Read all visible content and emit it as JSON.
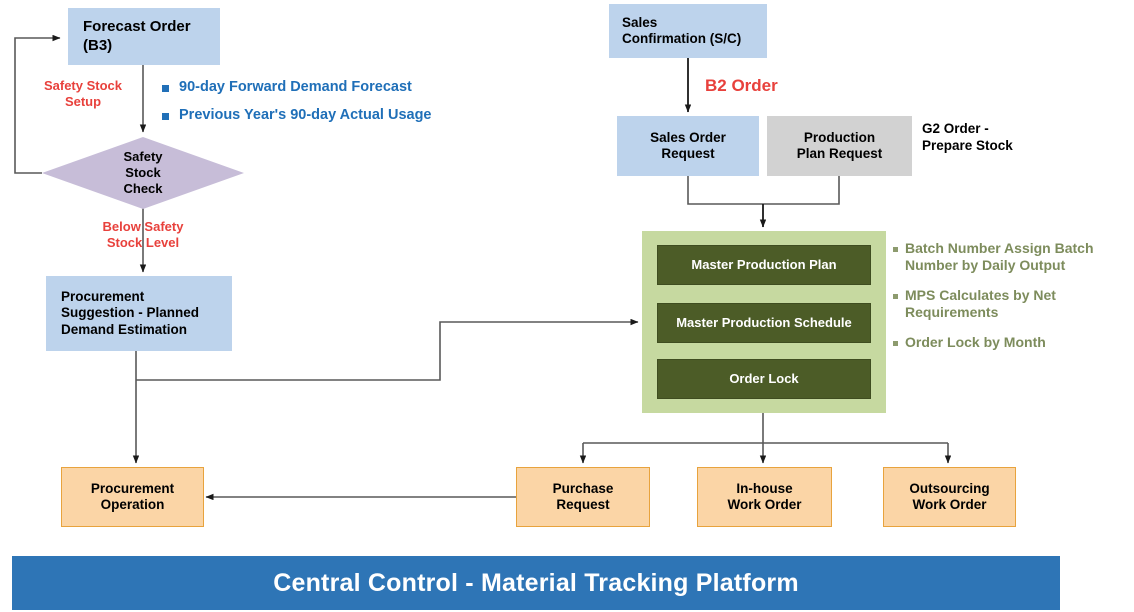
{
  "diagram": {
    "title_banner": "Central Control - Material Tracking Platform",
    "nodes": {
      "forecast_order": "Forecast Order\n(B3)",
      "forecast_order_line1": "Forecast Order",
      "forecast_order_line2": "(B3)",
      "safety_stock_check": "Safety Stock Check",
      "safety_check_l1": "Safety",
      "safety_check_l2": "Stock",
      "safety_check_l3": "Check",
      "procurement_suggestion": "Procurement Suggestion - Planned Demand Estimation",
      "proc_sugg_l1": "Procurement",
      "proc_sugg_l2": "Suggestion - Planned",
      "proc_sugg_l3": "Demand Estimation",
      "sales_confirmation_l1": "Sales",
      "sales_confirmation_l2": "Confirmation (S/C)",
      "sales_order_request_l1": "Sales Order",
      "sales_order_request_l2": "Request",
      "production_plan_request_l1": "Production",
      "production_plan_request_l2": "Plan Request",
      "master_production_plan": "Master Production Plan",
      "master_production_schedule": "Master Production Schedule",
      "order_lock": "Order Lock",
      "procurement_operation_l1": "Procurement",
      "procurement_operation_l2": "Operation",
      "purchase_request_l1": "Purchase",
      "purchase_request_l2": "Request",
      "inhouse_work_order_l1": "In-house",
      "inhouse_work_order_l2": "Work Order",
      "outsourcing_work_order_l1": "Outsourcing",
      "outsourcing_work_order_l2": "Work Order"
    },
    "edge_labels": {
      "safety_stock_setup_l1": "Safety Stock",
      "safety_stock_setup_l2": "Setup",
      "below_safety_l1": "Below Safety",
      "below_safety_l2": "Stock Level",
      "b2_order": "B2 Order"
    },
    "annotations": {
      "g2_order_l1": "G2 Order -",
      "g2_order_l2": "Prepare Stock"
    },
    "forecast_bullets": [
      "90-day Forward Demand Forecast",
      "Previous Year's 90-day Actual Usage"
    ],
    "mps_notes": [
      "Batch Number Assign Batch Number by Daily Output",
      "MPS Calculates by Net Requirements",
      "Order Lock by Month"
    ],
    "colors": {
      "blue_fill": "#BDD3EC",
      "gray_fill": "#D2D2D2",
      "orange_fill": "#FBD5A6",
      "orange_border": "#E8A33D",
      "green_wrap": "#C6D9A0",
      "dark_green": "#4C5C27",
      "diamond_fill": "#C7BDD8",
      "red_text": "#E8413C",
      "blue_text": "#1F6FB8",
      "olive_text": "#7D8C5C",
      "banner_blue": "#2E75B6",
      "edge_stroke": "#595959"
    }
  }
}
